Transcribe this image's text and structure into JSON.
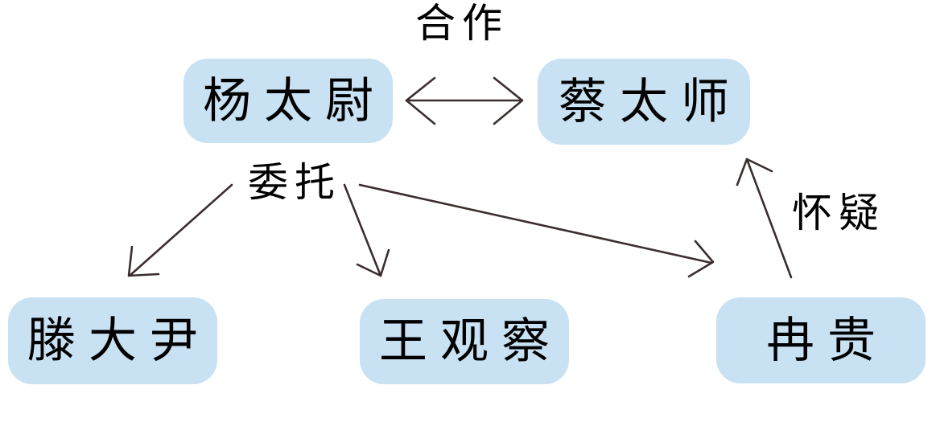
{
  "diagram": {
    "title": "relationship-diagram",
    "colors": {
      "node_fill": "#C8E1F3",
      "arrow": "#3A2E2E",
      "text": "#000000",
      "background": "#ffffff"
    },
    "nodes": {
      "yang": {
        "label": "杨太尉"
      },
      "cai": {
        "label": "蔡太师"
      },
      "teng": {
        "label": "滕大尹"
      },
      "wang": {
        "label": "王观察"
      },
      "ran": {
        "label": "冉贵"
      }
    },
    "edge_labels": {
      "cooperation": "合作",
      "entrust": "委托",
      "suspicion": "怀疑"
    },
    "edges": [
      {
        "from": "杨太尉",
        "to": "蔡太师",
        "label": "合作",
        "style": "double-headed"
      },
      {
        "from": "杨太尉",
        "to": "滕大尹",
        "label": "委托",
        "style": "single-headed"
      },
      {
        "from": "杨太尉",
        "to": "王观察",
        "label": "委托",
        "style": "single-headed"
      },
      {
        "from": "杨太尉",
        "to": "冉贵",
        "label": "委托",
        "style": "single-headed"
      },
      {
        "from": "冉贵",
        "to": "蔡太师",
        "label": "怀疑",
        "style": "single-headed"
      }
    ]
  }
}
